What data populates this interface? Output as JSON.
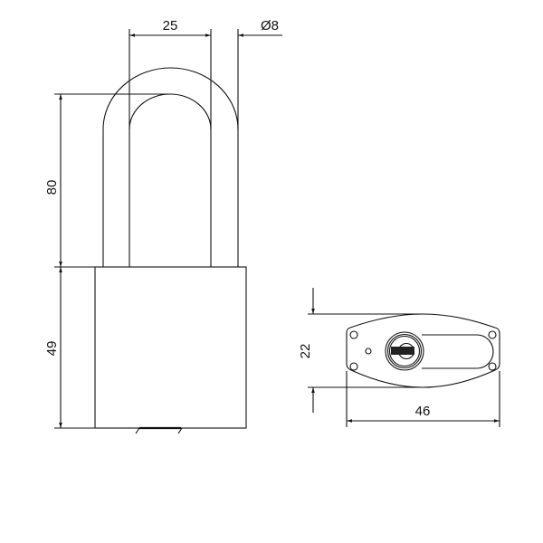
{
  "drawing": {
    "title": "Padlock technical drawing",
    "dimensions": {
      "shackle_inner_width": "25",
      "shackle_diameter": "Ø8",
      "shackle_height": "80",
      "body_height": "49",
      "body_depth": "22",
      "body_width": "46"
    },
    "line_color": "#111111"
  }
}
